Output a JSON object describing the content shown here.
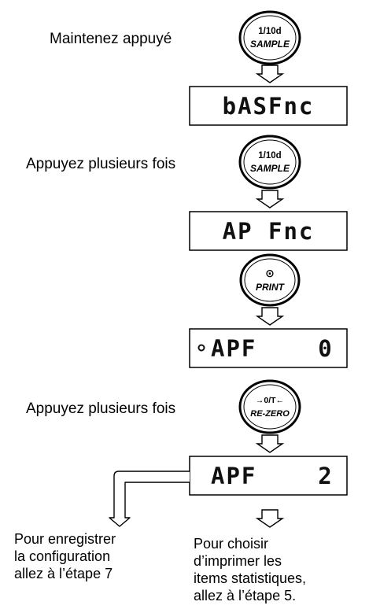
{
  "steps": {
    "hold_label": "Maintenez appuyé",
    "press_repeat_label_1": "Appuyez plusieurs fois",
    "press_repeat_label_2": "Appuyez plusieurs fois"
  },
  "keys": {
    "sample": {
      "top": "1/10d",
      "bottom": "SAMPLE"
    },
    "print": {
      "top": "⊙",
      "bottom": "PRINT"
    },
    "rezero": {
      "top": "→0/T←",
      "bottom": "RE-ZERO"
    }
  },
  "displays": {
    "d1": "bASFnc",
    "d2": "AP Fnc",
    "d3": "APF    0",
    "d4": "APF    2"
  },
  "outcomes": {
    "left": [
      "Pour enregistrer",
      "la configuration",
      "allez à l’étape 7"
    ],
    "right": [
      "Pour choisir",
      "d’imprimer les",
      "items statistiques,",
      "allez à l’étape 5."
    ]
  }
}
